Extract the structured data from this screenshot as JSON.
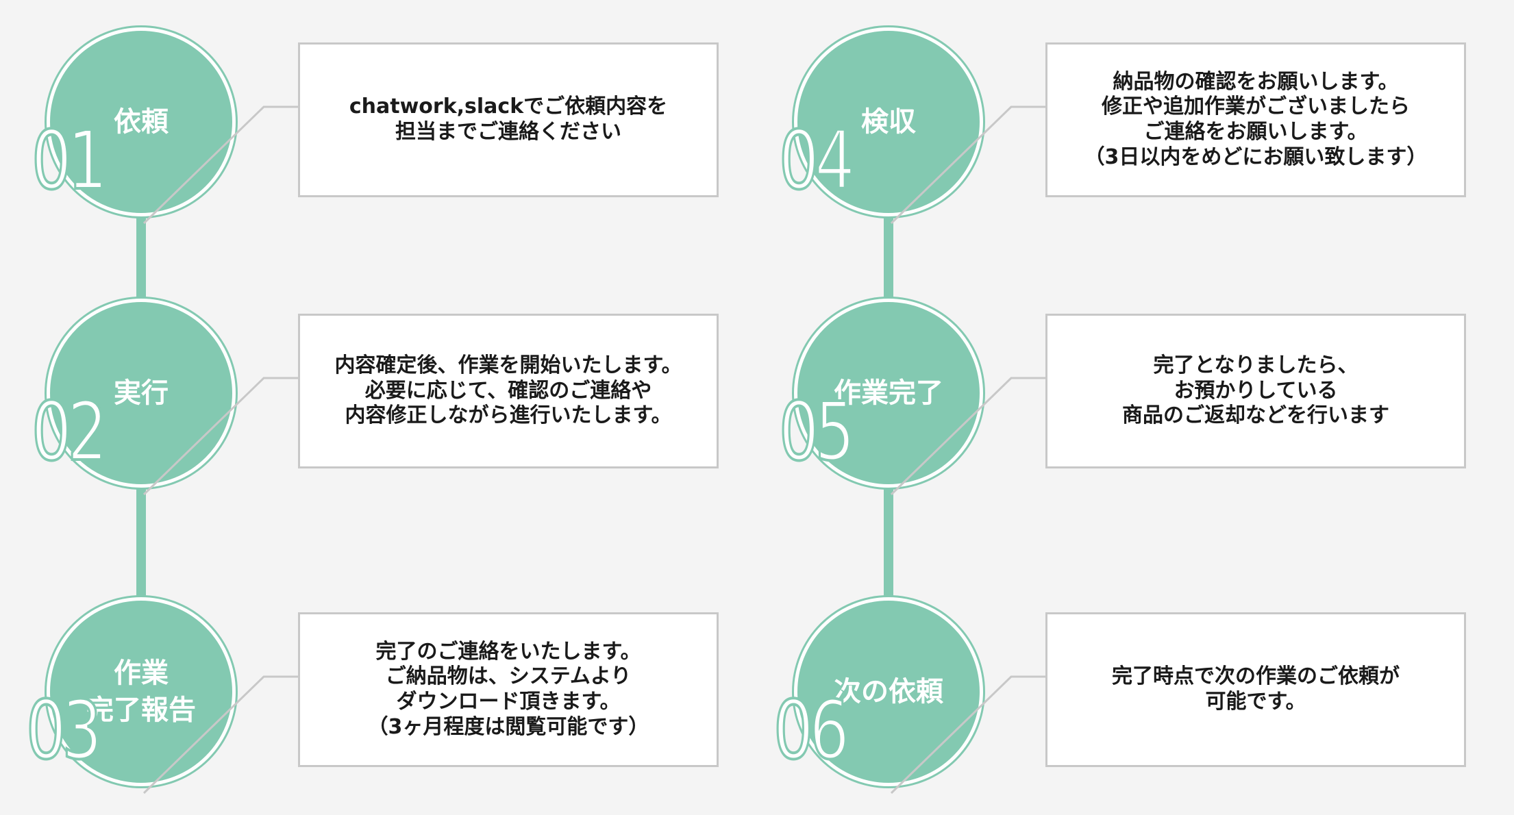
{
  "steps": [
    {
      "number": "01",
      "label": "依頼",
      "description": "chatwork,slackでご依頼内容を\n担当までご連絡ください"
    },
    {
      "number": "02",
      "label": "実行",
      "description": "内容確定後、作業を開始いたします。\n必要に応じて、確認のご連絡や\n内容修正しながら進行いたします。"
    },
    {
      "number": "03",
      "label": "作業\n完了報告",
      "description": "完了のご連絡をいたします。\nご納品物は、システムより\nダウンロード頂きます。\n（3ヶ月程度は閲覧可能です）"
    },
    {
      "number": "04",
      "label": "検収",
      "description": "納品物の確認をお願いします。\n修正や追加作業がございましたら\nご連絡をお願いします。\n（3日以内をめどにお願い致します）"
    },
    {
      "number": "05",
      "label": "作業完了",
      "description": "完了となりましたら、\nお預かりしている\n商品のご返却などを行います"
    },
    {
      "number": "06",
      "label": "次の依頼",
      "description": "完了時点で次の作業のご依頼が\n可能です。"
    }
  ],
  "colors": {
    "accent": "#83c9b1",
    "background": "#f4f4f4",
    "box_border": "#c8c8c8",
    "text": "#1a1a1a"
  }
}
